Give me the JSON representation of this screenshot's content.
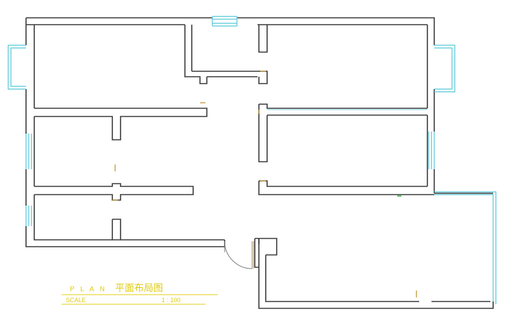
{
  "title_block": {
    "plan_label": "P L A N",
    "title_cn": "平面布局图",
    "scale_label": "SCALE",
    "scale_value": "1 : 100"
  },
  "colors": {
    "wall": "#3a3a3a",
    "window": "#52c6d8",
    "label": "#e0cc10",
    "background": "#ffffff"
  }
}
